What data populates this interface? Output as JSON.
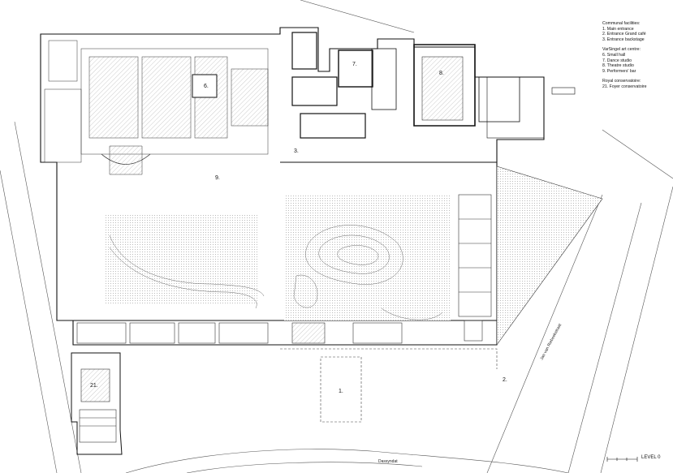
{
  "legend": {
    "communal": {
      "title": "Communal facilities:",
      "items": [
        "1.  Main entrance",
        "2.  Entrance Grand café",
        "3.  Entrance backstage"
      ]
    },
    "varsinger": {
      "title": "VarSingel art centre:",
      "items": [
        "6.  Small hall",
        "7.  Dance studio",
        "8.  Theatre studio",
        "9.  Performers' bar"
      ]
    },
    "royal": {
      "title": "Royal conservatoire:",
      "items": [
        "21. Foyer conservatoire"
      ]
    }
  },
  "room_tags": {
    "t1": "1.",
    "t2": "2.",
    "t3": "3.",
    "t6": "6.",
    "t7": "7.",
    "t8": "8.",
    "t9": "9.",
    "t21": "21."
  },
  "streets": {
    "east": "Jan van Riebeekstraat",
    "south": "Dassyndat"
  },
  "scale": {
    "level_label": "LEVEL 0"
  },
  "colors": {
    "line": "#111111",
    "fine": "#777777",
    "hatch": "#9a9a9a"
  }
}
